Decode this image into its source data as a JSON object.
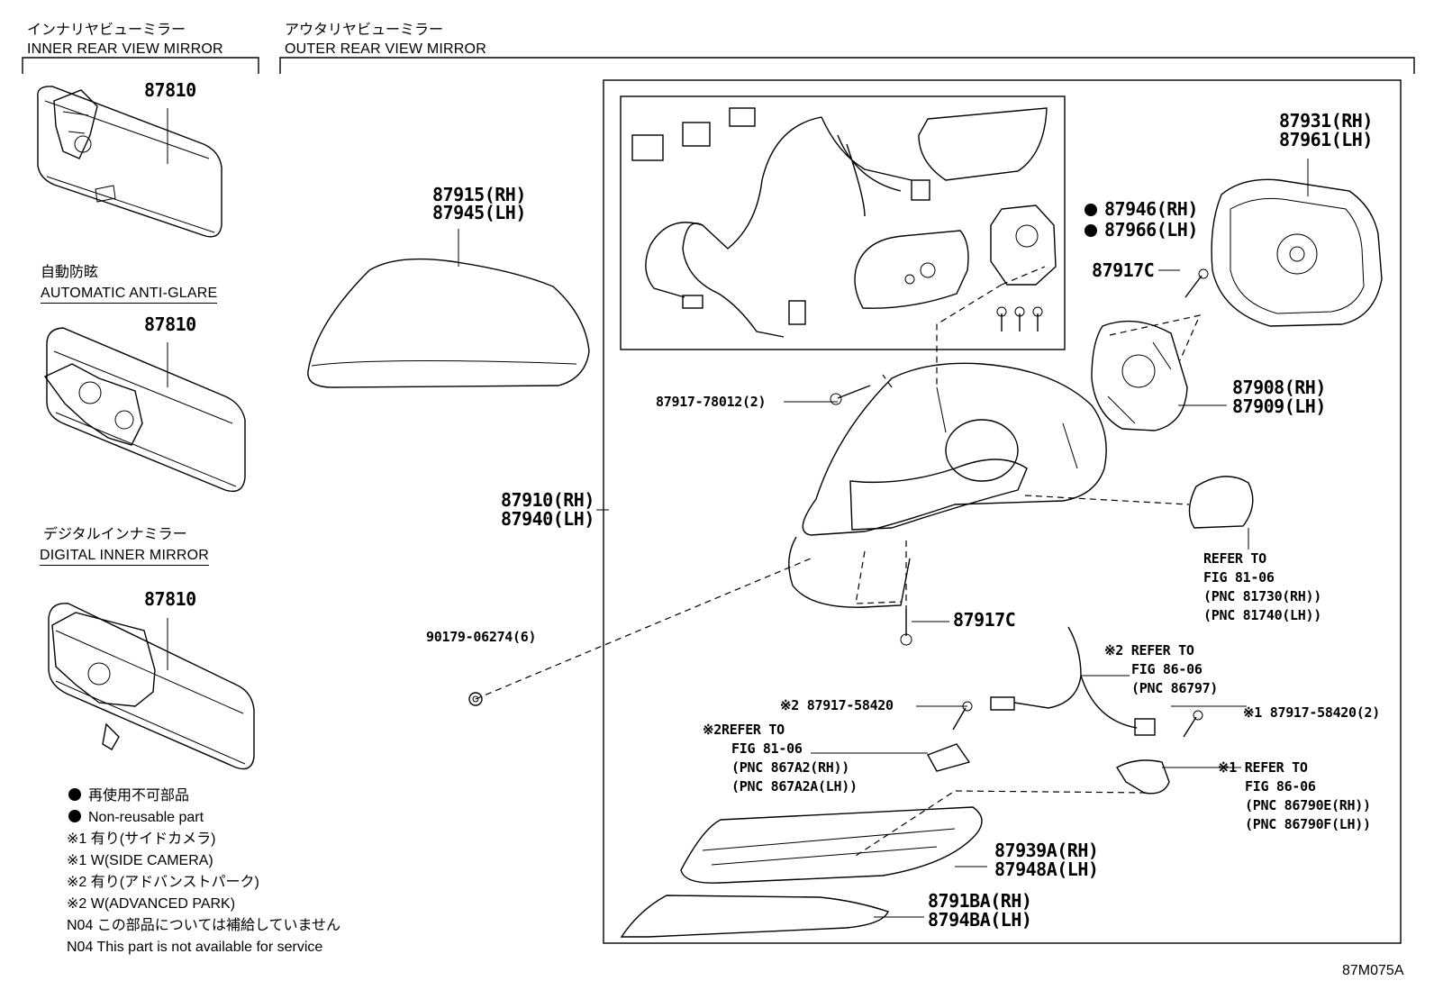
{
  "sections": {
    "inner": {
      "jp": "インナリヤビューミラー",
      "en": "INNER REAR VIEW MIRROR"
    },
    "outer": {
      "jp": "アウタリヤビューミラー",
      "en": "OUTER REAR VIEW MIRROR"
    },
    "anti_glare": {
      "jp": "自動防眩",
      "en": "AUTOMATIC ANTI-GLARE"
    },
    "digital": {
      "jp": "デジタルインナミラー",
      "en": "DIGITAL INNER MIRROR"
    }
  },
  "parts": {
    "p87810_a": "87810",
    "p87810_b": "87810",
    "p87810_c": "87810",
    "p87915": "87915(RH)",
    "p87945": "87945(LH)",
    "p87946": "87946(RH)",
    "p87966": "87966(LH)",
    "p87931": "87931(RH)",
    "p87961": "87961(LH)",
    "p87917c_top": "87917C",
    "p87917_78012": "87917-78012(2)",
    "p87908": "87908(RH)",
    "p87909": "87909(LH)",
    "p87910": "87910(RH)",
    "p87940": "87940(LH)",
    "p87917c_bot": "87917C",
    "p90179": "90179-06274(6)",
    "p87917_58420_a": "87917-58420",
    "p87917_58420_b": "87917-58420(2)",
    "p87939a": "87939A(RH)",
    "p87948a": "87948A(LH)",
    "p8791ba": "8791BA(RH)",
    "p8794ba": "8794BA(LH)"
  },
  "refs": {
    "r1": {
      "l1": "REFER TO",
      "l2": "FIG 81-06",
      "l3": "(PNC 81730(RH))",
      "l4": "(PNC 81740(LH))"
    },
    "r2": {
      "mark": "※2",
      "l1": "REFER TO",
      "l2": "FIG 86-06",
      "l3": "(PNC 86797)"
    },
    "r3": {
      "mark": "※2",
      "l1": "REFER TO",
      "l2": "FIG 81-06",
      "l3": "(PNC 867A2(RH))",
      "l4": "(PNC 867A2A(LH))"
    },
    "r4": {
      "mark": "※1",
      "l1": "REFER TO",
      "l2": "FIG 86-06",
      "l3": "(PNC 86790E(RH))",
      "l4": "(PNC 86790F(LH))"
    }
  },
  "marks": {
    "m2": "※2",
    "m1": "※1"
  },
  "legend": {
    "nonreuse_jp": "再使用不可部品",
    "nonreuse_en": "Non-reusable part",
    "n1_jp": "※1 有り(サイドカメラ)",
    "n1_en": "※1 W(SIDE CAMERA)",
    "n2_jp": "※2 有り(アドバンストパーク)",
    "n2_en": "※2 W(ADVANCED PARK)",
    "n04_jp": "N04 この部品については補給していません",
    "n04_en": "N04 This part is not available for service"
  },
  "figure_code": "87M075A"
}
